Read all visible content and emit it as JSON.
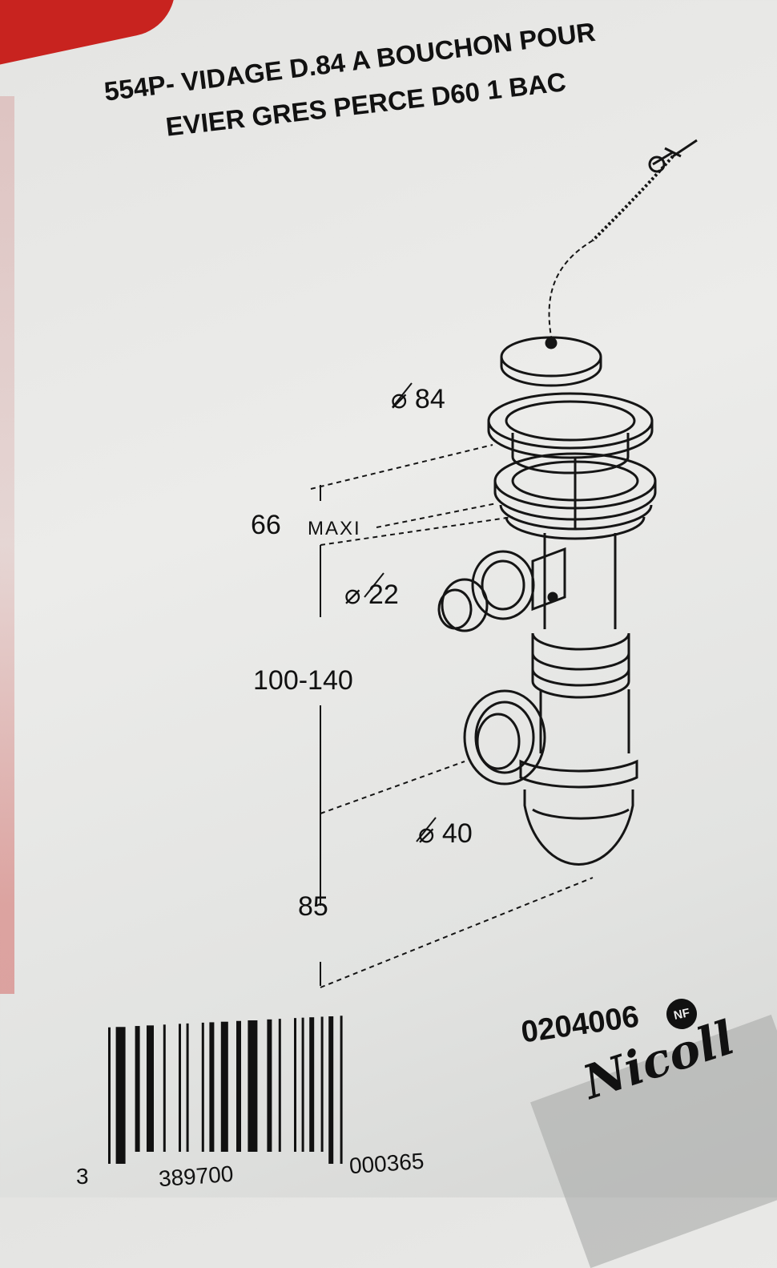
{
  "title": {
    "line1": "554P- VIDAGE D.84 A BOUCHON POUR",
    "line2": "EVIER GRES PERCE D60 1 BAC"
  },
  "dimensions": {
    "diameter_84": "⌀ 84",
    "height_66": "66",
    "maxi": "MAXI",
    "diameter_22": "⌀ 22",
    "height_range": "100-140",
    "diameter_40": "⌀ 40",
    "height_85": "85"
  },
  "product_code": "0204006",
  "certification_mark": "NF",
  "brand": "Nicoll",
  "barcode": {
    "digit_first": "3",
    "group_left": "389700",
    "group_right": "000365"
  }
}
